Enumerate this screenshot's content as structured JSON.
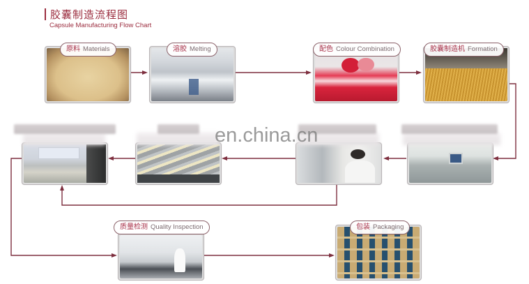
{
  "title": {
    "cn": "胶囊制造流程图",
    "en": "Capsule Manufacturing Flow Chart"
  },
  "watermark": "en.china.cn",
  "steps": [
    {
      "id": "materials",
      "cn": "原料",
      "en": "Materials",
      "image": "gelatin powder"
    },
    {
      "id": "melting",
      "cn": "溶胶",
      "en": "Melting",
      "image": "stainless steel melting tanks"
    },
    {
      "id": "colour",
      "cn": "配色",
      "en": "Colour Combination",
      "image": "red colour mixing"
    },
    {
      "id": "formation",
      "cn": "胶囊制造机",
      "en": "Formation",
      "image": "capsule forming machine"
    },
    {
      "id": "drying",
      "cn": "",
      "en": "",
      "label_obscured": true,
      "image": "drying / inspection equipment"
    },
    {
      "id": "lab",
      "cn": "",
      "en": "",
      "label_obscured": true,
      "image": "technician with lab instrument"
    },
    {
      "id": "polishing",
      "cn": "",
      "en": "",
      "label_obscured": true,
      "image": "capsules on conveyor plates"
    },
    {
      "id": "weighing",
      "cn": "",
      "en": "",
      "label_obscured": true,
      "image": "capsules on weighing scale"
    },
    {
      "id": "quality",
      "cn": "质量检测",
      "en": "Quality Inspection",
      "image": "laboratory quality testing"
    },
    {
      "id": "packaging",
      "cn": "包装",
      "en": "Packaging",
      "image": "packed cartons in warehouse"
    }
  ],
  "flow": [
    [
      "materials",
      "melting"
    ],
    [
      "melting",
      "colour"
    ],
    [
      "colour",
      "formation"
    ],
    [
      "formation",
      "drying"
    ],
    [
      "drying",
      "lab"
    ],
    [
      "lab",
      "polishing"
    ],
    [
      "lab",
      "weighing"
    ],
    [
      "polishing",
      "weighing"
    ],
    [
      "weighing",
      "quality"
    ],
    [
      "quality",
      "packaging"
    ]
  ],
  "colors": {
    "accent": "#9b2c3e",
    "connector": "#7d2e3e",
    "label_en": "#7c6b70",
    "frame_border": "#b9b4b6"
  }
}
